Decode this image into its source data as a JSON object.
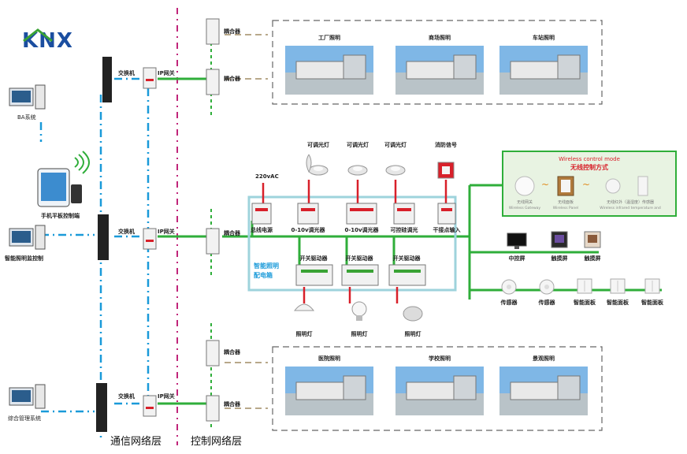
{
  "logo": {
    "text": "KNX"
  },
  "left_devices": {
    "ba": "BA系统",
    "mobile": "手机平板控制端",
    "monitor": "智能照明监控制",
    "management": "综合管理系统"
  },
  "network": {
    "switch_label": "交换机",
    "ip_gateway_label": "IP网关",
    "coupler_label": "耦合器"
  },
  "layers": {
    "communication": "通信网络层",
    "control": "控制网络层"
  },
  "top_scenes": [
    "工厂照明",
    "商场照明",
    "车站照明"
  ],
  "bottom_scenes": [
    "医院照明",
    "学校照明",
    "景观照明"
  ],
  "top_fixtures": [
    "可调光灯",
    "可调光灯",
    "可调光灯",
    "消防信号"
  ],
  "voltage": "220vAC",
  "modules_top": [
    "总线电源",
    "0-10v调光器",
    "0-10v调光器",
    "可控硅调光",
    "干接点输入"
  ],
  "drivers": [
    "开关驱动器",
    "开关驱动器",
    "开关驱动器"
  ],
  "cabinet": {
    "line1": "智能照明",
    "line2": "配电箱"
  },
  "lights_bottom": [
    "照明灯",
    "照明灯",
    "照明灯"
  ],
  "wireless": {
    "title_en": "Wireless control mode",
    "title_cn": "无线控制方式",
    "items": [
      {
        "cn": "无线网关",
        "en": "Wireless Gateway"
      },
      {
        "cn": "无线面板",
        "en": "Wireless Panel"
      },
      {
        "cn": "无线红外（温湿度）传感器",
        "en": "Wireless infrared temperature and"
      }
    ]
  },
  "right_row1": [
    "中控屏",
    "触摸屏",
    "触摸屏"
  ],
  "right_row2": [
    "传感器",
    "传感器",
    "智能面板",
    "智能面板",
    "智能面板"
  ],
  "colors": {
    "green": "#2fae3a",
    "blue": "#1a9ad9",
    "magenta": "#c0257a",
    "red": "#d8202a",
    "tan": "#b8a88a",
    "knx_blue": "#1b4ea0",
    "knx_green": "#3aa335",
    "wireless_title": "#d8202a",
    "cabinet_border": "#9ed3dc"
  }
}
